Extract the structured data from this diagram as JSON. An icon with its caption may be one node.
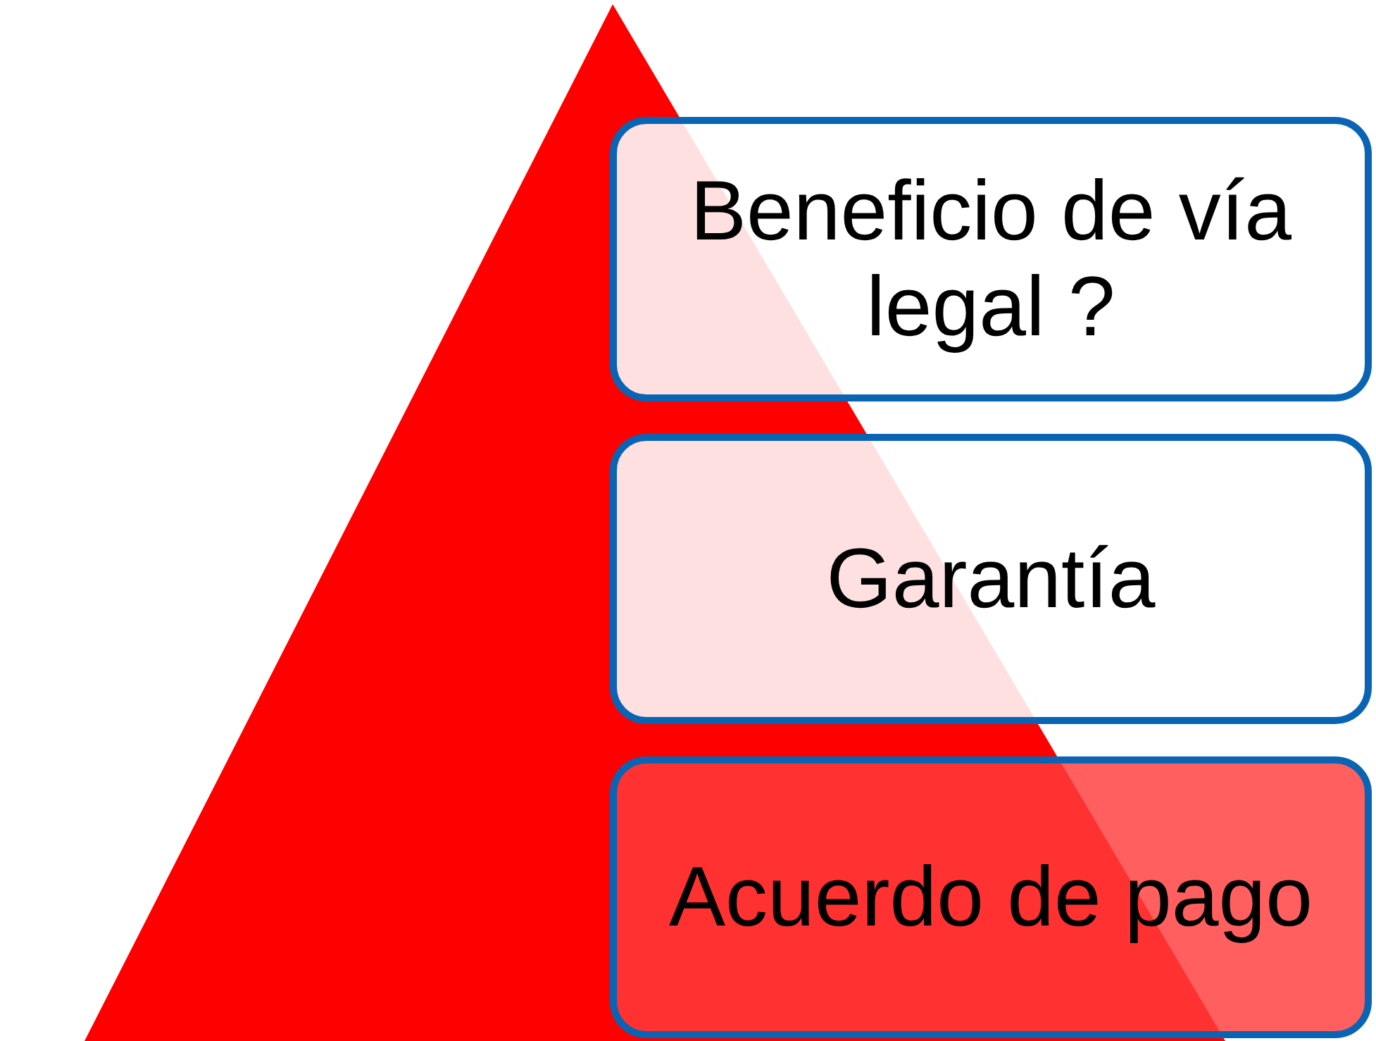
{
  "diagram": {
    "nodes": [
      {
        "text": [],
        "shape": "triangle"
      },
      {
        "text": [
          "Beneficio de vía legal ?"
        ]
      },
      {
        "text": [
          "Garantía"
        ]
      },
      {
        "text": [
          "Acuerdo de pago"
        ]
      }
    ]
  }
}
